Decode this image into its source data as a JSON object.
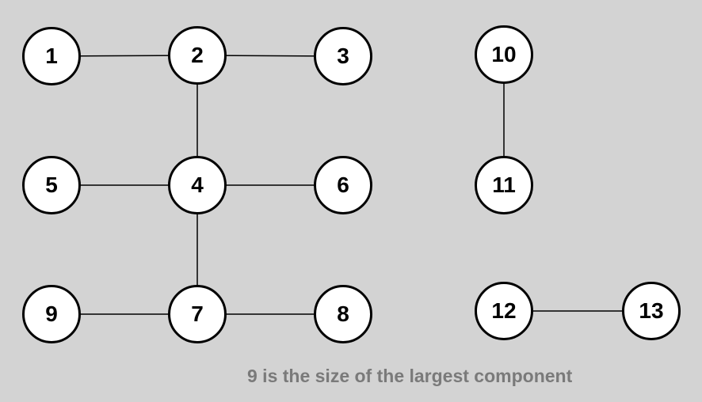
{
  "graph": {
    "nodes": [
      {
        "id": "1",
        "label": "1"
      },
      {
        "id": "2",
        "label": "2"
      },
      {
        "id": "3",
        "label": "3"
      },
      {
        "id": "4",
        "label": "4"
      },
      {
        "id": "5",
        "label": "5"
      },
      {
        "id": "6",
        "label": "6"
      },
      {
        "id": "7",
        "label": "7"
      },
      {
        "id": "8",
        "label": "8"
      },
      {
        "id": "9",
        "label": "9"
      },
      {
        "id": "10",
        "label": "10"
      },
      {
        "id": "11",
        "label": "11"
      },
      {
        "id": "12",
        "label": "12"
      },
      {
        "id": "13",
        "label": "13"
      }
    ],
    "edges": [
      [
        "1",
        "2"
      ],
      [
        "2",
        "3"
      ],
      [
        "2",
        "4"
      ],
      [
        "5",
        "4"
      ],
      [
        "4",
        "6"
      ],
      [
        "4",
        "7"
      ],
      [
        "9",
        "7"
      ],
      [
        "7",
        "8"
      ],
      [
        "10",
        "11"
      ],
      [
        "12",
        "13"
      ]
    ]
  },
  "caption": "9 is the size of the largest component",
  "colors": {
    "background": "#d3d3d3",
    "node_fill": "#ffffff",
    "node_stroke": "#000000",
    "edge": "#000000",
    "caption": "#7a7a7a"
  }
}
